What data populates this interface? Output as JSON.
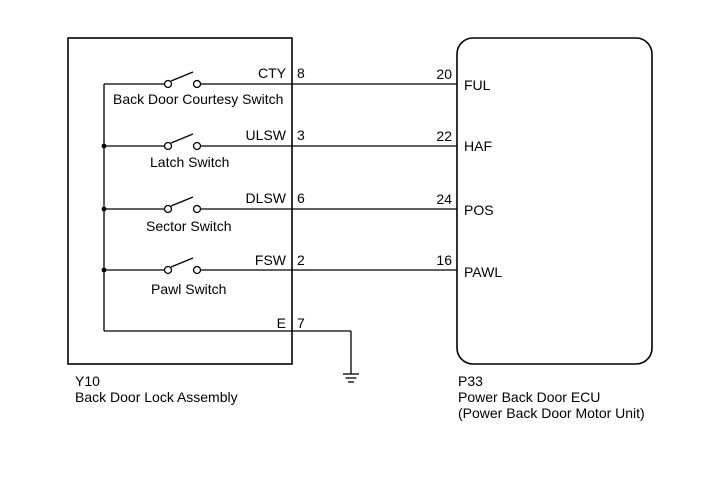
{
  "left_component": {
    "code": "Y10",
    "name": "Back Door Lock Assembly"
  },
  "right_component": {
    "code": "P33",
    "name": "Power Back Door ECU",
    "subname": "(Power Back Door Motor Unit)"
  },
  "switches": [
    {
      "switch_label": "Back Door Courtesy Switch",
      "signal": "CTY",
      "left_pin": "8",
      "right_pin": "20",
      "ecu_signal": "FUL"
    },
    {
      "switch_label": "Latch Switch",
      "signal": "ULSW",
      "left_pin": "3",
      "right_pin": "22",
      "ecu_signal": "HAF"
    },
    {
      "switch_label": "Sector Switch",
      "signal": "DLSW",
      "left_pin": "6",
      "right_pin": "24",
      "ecu_signal": "POS"
    },
    {
      "switch_label": "Pawl Switch",
      "signal": "FSW",
      "left_pin": "2",
      "right_pin": "16",
      "ecu_signal": "PAWL"
    }
  ],
  "ground": {
    "signal": "E",
    "pin": "7"
  }
}
